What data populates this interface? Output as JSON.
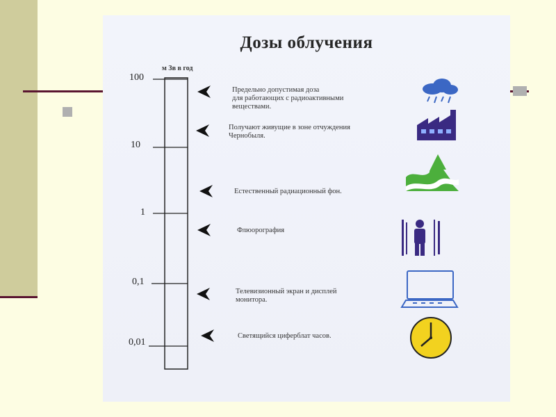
{
  "title": "Дозы облучения",
  "scale": {
    "unit": "м Зв в год",
    "ticks": [
      {
        "label": "100",
        "value": 100
      },
      {
        "label": "10",
        "value": 10
      },
      {
        "label": "1",
        "value": 1
      },
      {
        "label": "0,1",
        "value": 0.1
      },
      {
        "label": "0,01",
        "value": 0.01
      }
    ]
  },
  "items": [
    {
      "text": "Предельно допустимая доза\nдля работающих с радиоактивными\nвеществами.",
      "icon": "factory-rain-icon"
    },
    {
      "text": "Получают живущие в зоне отчуждения\nЧернобыля.",
      "icon": "factory-rain-icon"
    },
    {
      "text": "Естественный радиационный фон.",
      "icon": "landscape-tree-icon"
    },
    {
      "text": "Флюорография",
      "icon": "xray-person-icon"
    },
    {
      "text": "Телевизионный экран и дисплей\nмонитора.",
      "icon": "laptop-icon"
    },
    {
      "text": "Светящийся циферблат часов.",
      "icon": "clock-icon"
    }
  ],
  "colors": {
    "background": "#fdfde3",
    "sidebar": "#cfcc9c",
    "accent_line": "#5a1530",
    "bullet": "#b0b0b0",
    "icon_blue": "#3b67c4",
    "icon_green": "#4caf3c",
    "icon_purple": "#3a2a82",
    "clock_yellow": "#f2d21f"
  }
}
